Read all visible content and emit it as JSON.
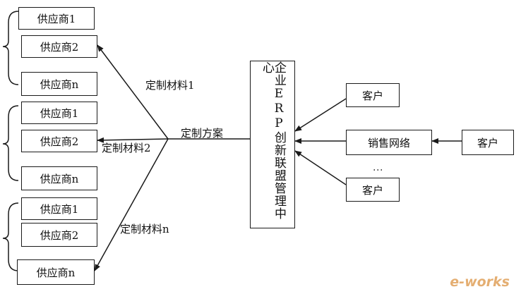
{
  "center": {
    "text": "企业ERP创新联盟管理中心"
  },
  "supplier_groups": [
    {
      "items": [
        "供应商1",
        "供应商2",
        "供应商n"
      ],
      "material_label": "定制材料1"
    },
    {
      "items": [
        "供应商1",
        "供应商2",
        "供应商n"
      ],
      "material_label": "定制材料2"
    },
    {
      "items": [
        "供应商1",
        "供应商2",
        "供应商n"
      ],
      "material_label": "定制材料n"
    }
  ],
  "plan_label": "定制方案",
  "right": {
    "customer_top": "客户",
    "sales_network": "销售网络",
    "customer_far": "客户",
    "ellipsis": "⋮",
    "customer_bottom": "客户"
  },
  "watermark": "e-works"
}
